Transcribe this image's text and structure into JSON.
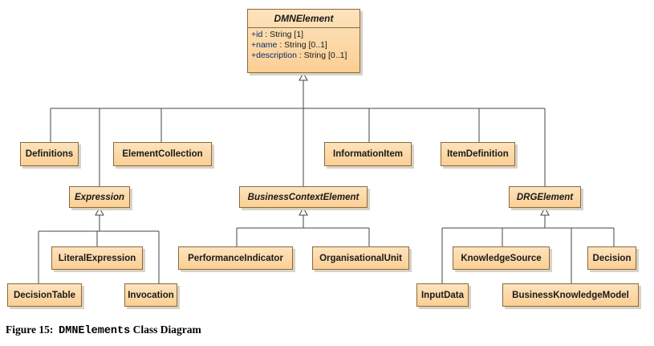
{
  "diagram": {
    "root": {
      "name": "DMNElement",
      "attributes": [
        {
          "name": "+id",
          "type": " : String [1]"
        },
        {
          "name": "+name",
          "type": " : String [0..1]"
        },
        {
          "name": "+description",
          "type": " : String [0..1]"
        }
      ]
    },
    "classes": {
      "definitions": "Definitions",
      "element_collection": "ElementCollection",
      "information_item": "InformationItem",
      "item_definition": "ItemDefinition",
      "expression": "Expression",
      "business_context_element": "BusinessContextElement",
      "drg_element": "DRGElement",
      "literal_expression": "LiteralExpression",
      "decision_table": "DecisionTable",
      "invocation": "Invocation",
      "performance_indicator": "PerformanceIndicator",
      "organisational_unit": "OrganisationalUnit",
      "knowledge_source": "KnowledgeSource",
      "decision": "Decision",
      "input_data": "InputData",
      "business_knowledge_model": "BusinessKnowledgeModel"
    }
  },
  "caption": {
    "prefix": "Figure 15:  ",
    "code": "DMNElements",
    "suffix": " Class Diagram"
  }
}
